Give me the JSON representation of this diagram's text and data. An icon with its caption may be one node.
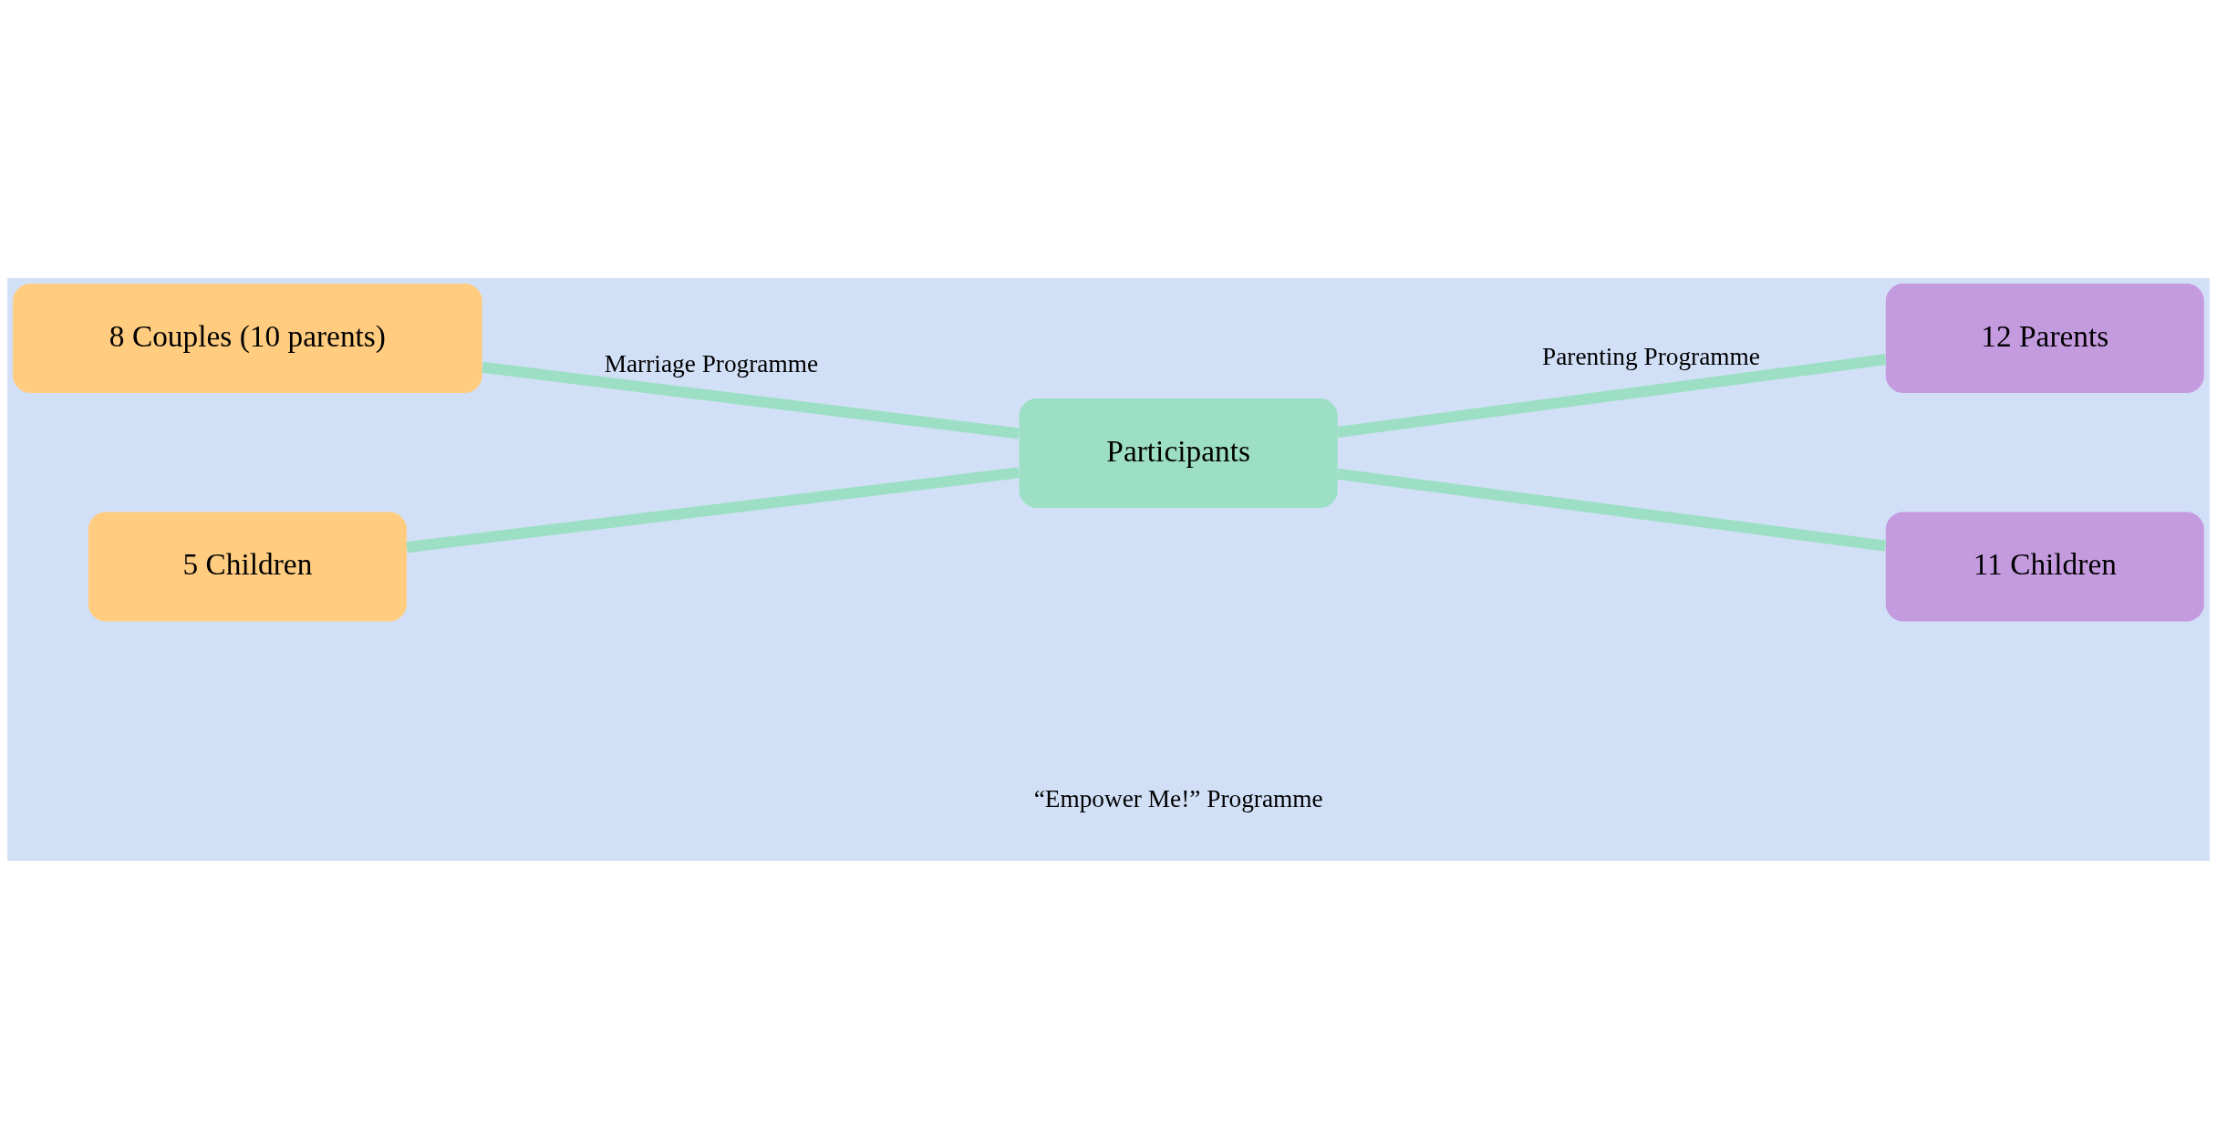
{
  "diagram": {
    "nodes": [
      {
        "text": [
          "8 Couples (10 parents)"
        ]
      },
      {
        "text": [
          "12 Parents"
        ]
      },
      {
        "text": [
          "Participants"
        ]
      },
      {
        "text": [
          "5 Children"
        ]
      },
      {
        "text": [
          "11 Children"
        ]
      }
    ],
    "edges": [
      {
        "from": 0,
        "to": 2,
        "arrow": "none",
        "label": "Marriage Programme"
      },
      {
        "from": 2,
        "to": 1,
        "arrow": "none",
        "label": "Parenting Programme"
      },
      {
        "from": 3,
        "to": 2,
        "arrow": "none"
      },
      {
        "from": 2,
        "to": 4,
        "arrow": "none"
      }
    ],
    "labels": [
      "“Empower Me!” Programme"
    ]
  }
}
